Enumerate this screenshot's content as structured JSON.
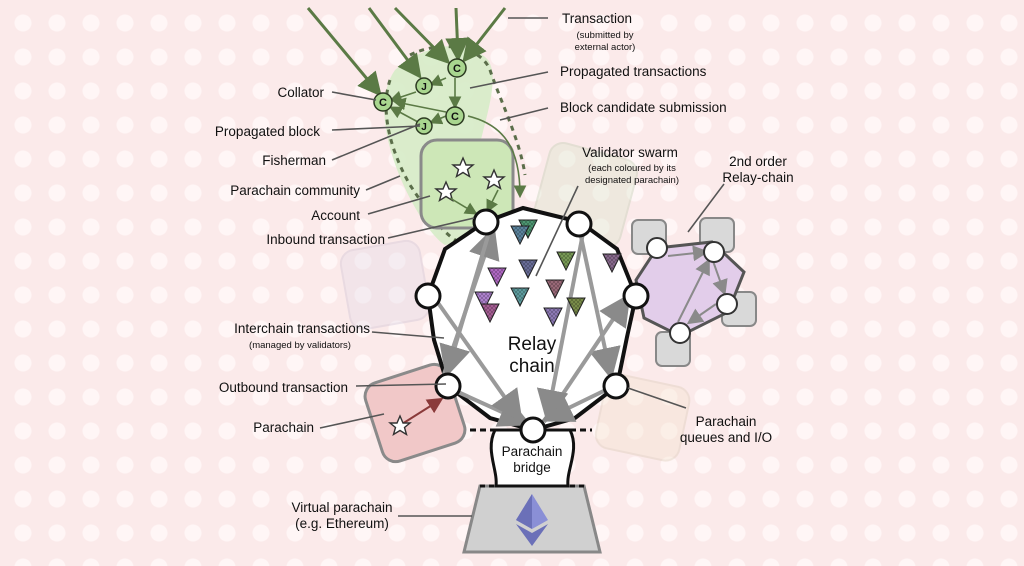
{
  "labels": {
    "transaction": "Transaction",
    "transaction_sub1": "(submitted by",
    "transaction_sub2": "external actor)",
    "propagated_transactions": "Propagated transactions",
    "block_candidate_submission": "Block candidate submission",
    "validator_swarm": "Validator swarm",
    "validator_swarm_sub1": "(each coloured by its",
    "validator_swarm_sub2": "designated parachain)",
    "second_order_1": "2nd order",
    "second_order_2": "Relay-chain",
    "collator": "Collator",
    "propagated_block": "Propagated block",
    "fisherman": "Fisherman",
    "parachain_community": "Parachain community",
    "account": "Account",
    "inbound_transaction": "Inbound transaction",
    "interchain_transactions": "Interchain transactions",
    "interchain_transactions_sub": "(managed by validators)",
    "relay_chain_1": "Relay",
    "relay_chain_2": "chain",
    "outbound_transaction": "Outbound transaction",
    "parachain": "Parachain",
    "parachain_bridge_1": "Parachain",
    "parachain_bridge_2": "bridge",
    "parachain_queues_1": "Parachain",
    "parachain_queues_2": "queues and I/O",
    "virtual_parachain_1": "Virtual parachain",
    "virtual_parachain_2": "(e.g. Ethereum)"
  },
  "node_glyphs": {
    "collator": "C",
    "fisherman": "J"
  },
  "colors": {
    "green_community": "#d6ecc8",
    "green_dark": "#5b7a45",
    "relay_outline": "#111111",
    "purple_relay": "#e2cdea",
    "red_parachain": "#f1c8c8",
    "virtual_grey": "#cfcfcf",
    "leader_line": "#555555"
  },
  "validator_colors": [
    "#4f9a74",
    "#8a6b8f",
    "#b26ac6",
    "#6b6f9a",
    "#7a9c56",
    "#9c6b7a",
    "#b083d1",
    "#5f9ea0",
    "#8f7bb8",
    "#7b8e4a",
    "#a85f96",
    "#5d86a0"
  ]
}
